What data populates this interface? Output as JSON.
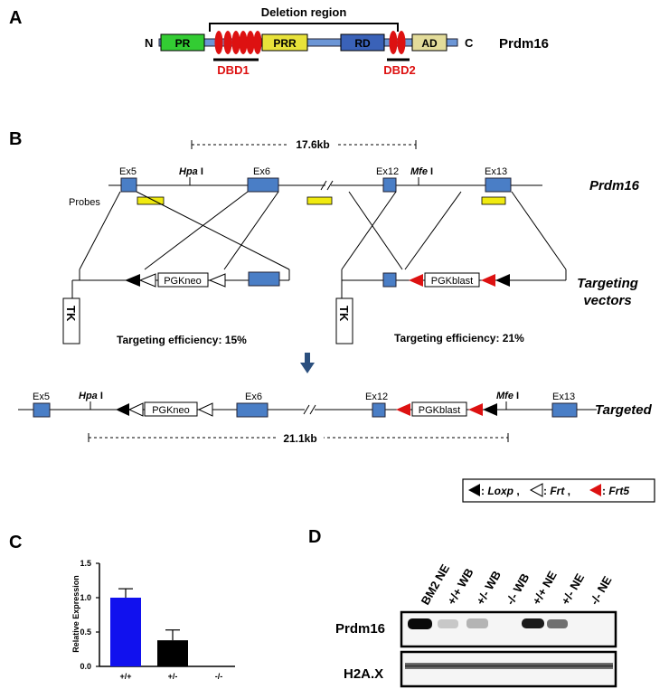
{
  "panels": {
    "a": "A",
    "b": "B",
    "c": "C",
    "d": "D"
  },
  "colors": {
    "pr_domain": "#33cc33",
    "prr_domain": "#e8e23a",
    "rd_domain": "#3a62b8",
    "ad_domain": "#e3dc9a",
    "protein_bar": "#6c96d6",
    "zinc_finger": "#dd1111",
    "exon": "#4a7ec6",
    "probe": "#f0ea10",
    "frt5": "#dd1111",
    "wt_bar": "#1111ee",
    "het_bar": "#000000"
  },
  "panel_a": {
    "deletion_region": "Deletion region",
    "n_term": "N",
    "c_term": "C",
    "domains": [
      "PR",
      "PRR",
      "RD",
      "AD"
    ],
    "dbd1": "DBD1",
    "dbd2": "DBD2",
    "protein_name": "Prdm16"
  },
  "panel_b": {
    "distance_top": "17.6kb",
    "exons": [
      "Ex5",
      "Ex6",
      "Ex12",
      "Ex13"
    ],
    "hpa": "Hpa",
    "mfe": "Mfe",
    "site_suffix": " I",
    "probes": "Probes",
    "locus_label": "Prdm16",
    "cassette_neo": "PGKneo",
    "cassette_blast": "PGKblast",
    "tk": "TK",
    "vectors_label": [
      "Targeting",
      "vectors"
    ],
    "efficiency_left": "Targeting efficiency: 15%",
    "efficiency_right": "Targeting efficiency: 21%",
    "targeted_label": "Targeted",
    "distance_bottom": "21.1kb",
    "legend": {
      "loxp": "Loxp",
      "frt": "Frt",
      "frt5": "Frt5",
      "sep": ": ",
      "comma": " ,"
    }
  },
  "panel_c": {
    "ylabel": "Relative Expression",
    "yticks": [
      "0.0",
      "0.5",
      "1.0",
      "1.5"
    ]
  },
  "chart_data": {
    "type": "bar",
    "title": "",
    "xlabel": "",
    "ylabel": "Relative Expression",
    "ylim": [
      0,
      1.5
    ],
    "categories": [
      "+/+",
      "+/-",
      "-/-"
    ],
    "values": [
      1.0,
      0.38,
      0.0
    ],
    "errors": [
      0.13,
      0.15,
      0.0
    ]
  },
  "panel_d": {
    "lanes": [
      "BM2 NE",
      "+/+ WB",
      "+/- WB",
      "-/- WB",
      "+/+ NE",
      "+/- NE",
      "-/- NE"
    ],
    "blot_top": "Prdm16",
    "blot_bottom": "H2A.X"
  }
}
